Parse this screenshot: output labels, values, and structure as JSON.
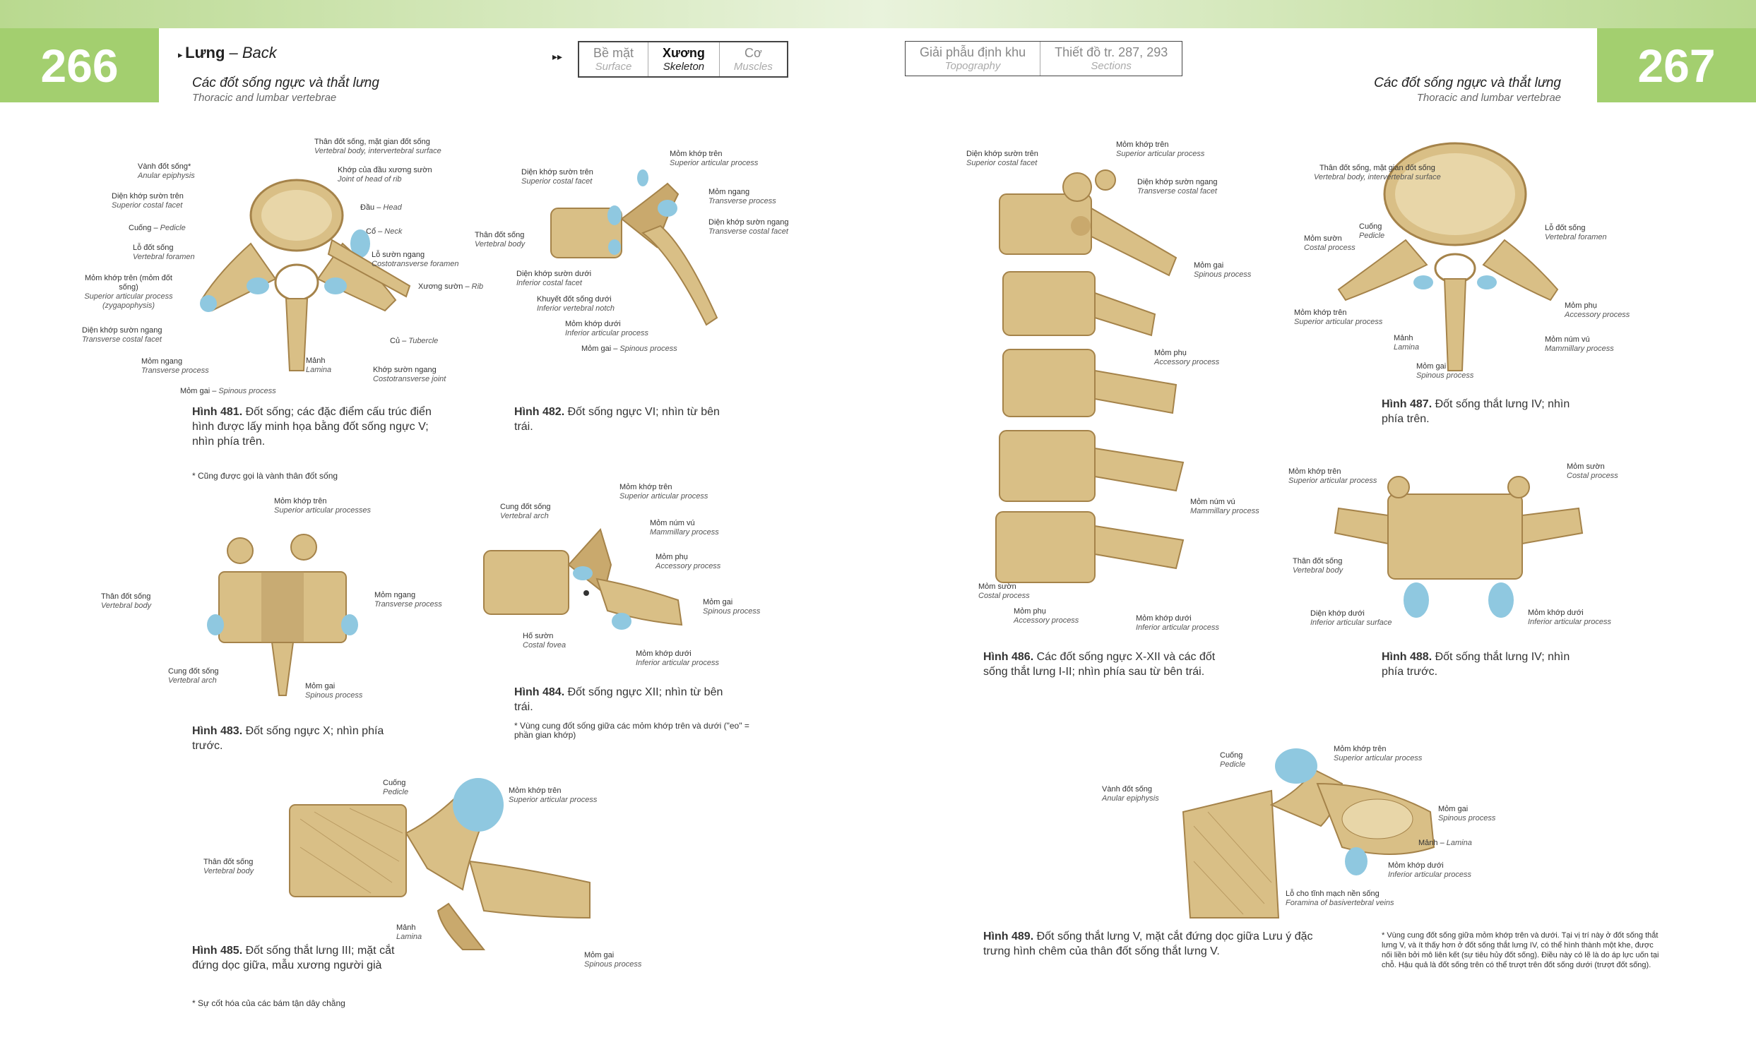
{
  "header": {
    "page_left": "266",
    "page_right": "267",
    "chapter": "Lưng",
    "chapter_en": "Back",
    "section_left": "Các đốt sống ngực và thắt lưng",
    "section_left_en": "Thoracic and lumbar vertebrae",
    "section_right": "Các đốt sống ngực và thắt lưng",
    "section_right_en": "Thoracic and lumbar vertebrae",
    "nav_arrow": "▸▸",
    "nav_tabs": [
      {
        "vi": "Bề mặt",
        "en": "Surface"
      },
      {
        "vi": "Xương",
        "en": "Skeleton"
      },
      {
        "vi": "Cơ",
        "en": "Muscles"
      }
    ],
    "nav_tabs2": [
      {
        "vi": "Giải phẫu định khu",
        "en": "Topography"
      },
      {
        "vi": "Thiết đồ tr. 287, 293",
        "en": "Sections"
      }
    ]
  },
  "figures": {
    "f481": {
      "labels": [
        {
          "vi": "Thân đốt sống, mặt gian đốt sống",
          "en": "Vertebral body, intervertebral surface"
        },
        {
          "vi": "Khớp của đầu xương sườn",
          "en": "Joint of head of rib"
        },
        {
          "vi": "Vành đốt sống*",
          "en": "Anular epiphysis"
        },
        {
          "vi": "Diện khớp sườn trên",
          "en": "Superior costal facet"
        },
        {
          "vi": "Đầu",
          "en": "Head"
        },
        {
          "vi": "Cổ",
          "en": "Neck"
        },
        {
          "vi": "Cuống",
          "en": "Pedicle"
        },
        {
          "vi": "Lỗ đốt sống",
          "en": "Vertebral foramen"
        },
        {
          "vi": "Lỗ sườn ngang",
          "en": "Costotransverse foramen"
        },
        {
          "vi": "Xương sườn",
          "en": "Rib"
        },
        {
          "vi": "Mỏm khớp trên (mỏm đốt sống)",
          "en": "Superior articular process (zygapophysis)"
        },
        {
          "vi": "Diện khớp sườn ngang",
          "en": "Transverse costal facet"
        },
        {
          "vi": "Củ",
          "en": "Tubercle"
        },
        {
          "vi": "Mỏm ngang",
          "en": "Transverse process"
        },
        {
          "vi": "Mảnh",
          "en": "Lamina"
        },
        {
          "vi": "Khớp sườn ngang",
          "en": "Costotransverse joint"
        },
        {
          "vi": "Mỏm gai",
          "en": "Spinous process"
        }
      ],
      "caption_bold": "Hình 481.",
      "caption": "Đốt sống; các đặc điểm cấu trúc điển hình được lấy minh họa bằng đốt sống ngực V; nhìn phía trên.",
      "note": "* Cũng được gọi là vành thân đốt sống"
    },
    "f482": {
      "labels": [
        {
          "vi": "Mỏm khớp trên",
          "en": "Superior articular process"
        },
        {
          "vi": "Diện khớp sườn trên",
          "en": "Superior costal facet"
        },
        {
          "vi": "Mỏm ngang",
          "en": "Transverse process"
        },
        {
          "vi": "Diện khớp sườn ngang",
          "en": "Transverse costal facet"
        },
        {
          "vi": "Thân đốt sống",
          "en": "Vertebral body"
        },
        {
          "vi": "Diện khớp sườn dưới",
          "en": "Inferior costal facet"
        },
        {
          "vi": "Khuyết đốt sống dưới",
          "en": "Inferior vertebral notch"
        },
        {
          "vi": "Mỏm khớp dưới",
          "en": "Inferior articular process"
        },
        {
          "vi": "Mỏm gai",
          "en": "Spinous process"
        }
      ],
      "caption_bold": "Hình 482.",
      "caption": "Đốt sống ngực VI; nhìn từ bên trái."
    },
    "f483": {
      "labels": [
        {
          "vi": "Mỏm khớp trên",
          "en": "Superior articular processes"
        },
        {
          "vi": "Thân đốt sống",
          "en": "Vertebral body"
        },
        {
          "vi": "Mỏm ngang",
          "en": "Transverse process"
        },
        {
          "vi": "Cung đốt sống",
          "en": "Vertebral arch"
        },
        {
          "vi": "Mỏm gai",
          "en": "Spinous process"
        }
      ],
      "caption_bold": "Hình 483.",
      "caption": "Đốt sống ngực X; nhìn phía trước."
    },
    "f484": {
      "labels": [
        {
          "vi": "Mỏm khớp trên",
          "en": "Superior articular process"
        },
        {
          "vi": "Cung đốt sống",
          "en": "Vertebral arch"
        },
        {
          "vi": "Mỏm núm vú",
          "en": "Mammillary process"
        },
        {
          "vi": "Mỏm phụ",
          "en": "Accessory process"
        },
        {
          "vi": "Mỏm gai",
          "en": "Spinous process"
        },
        {
          "vi": "Hố sườn",
          "en": "Costal fovea"
        },
        {
          "vi": "Mỏm khớp dưới",
          "en": "Inferior articular process"
        }
      ],
      "caption_bold": "Hình 484.",
      "caption": "Đốt sống ngực XII; nhìn từ bên trái.",
      "note": "* Vùng cung đốt sống giữa các mỏm khớp trên và dưới (\"eo\" = phần gian khớp)"
    },
    "f485": {
      "labels": [
        {
          "vi": "Cuống",
          "en": "Pedicle"
        },
        {
          "vi": "Mỏm khớp trên",
          "en": "Superior articular process"
        },
        {
          "vi": "Thân đốt sống",
          "en": "Vertebral body"
        },
        {
          "vi": "Mảnh",
          "en": "Lamina"
        },
        {
          "vi": "Mỏm gai",
          "en": "Spinous process"
        }
      ],
      "caption_bold": "Hình 485.",
      "caption": "Đốt sống thắt lưng III; mặt cắt đứng dọc giữa, mẫu xương người già",
      "note": "* Sự cốt hóa của các bám tận dây chằng"
    },
    "f486": {
      "labels": [
        {
          "vi": "Diện khớp sườn trên",
          "en": "Superior costal facet"
        },
        {
          "vi": "Mỏm khớp trên",
          "en": "Superior articular process"
        },
        {
          "vi": "Diện khớp sườn ngang",
          "en": "Transverse costal facet"
        },
        {
          "vi": "Mỏm gai",
          "en": "Spinous process"
        },
        {
          "vi": "Mỏm phụ",
          "en": "Accessory process"
        },
        {
          "vi": "Mỏm núm vú",
          "en": "Mammillary process"
        },
        {
          "vi": "Mỏm sườn",
          "en": "Costal process"
        },
        {
          "vi": "Mỏm phụ",
          "en": "Accessory process"
        },
        {
          "vi": "Mỏm khớp dưới",
          "en": "Inferior articular process"
        }
      ],
      "caption_bold": "Hình 486.",
      "caption": "Các đốt sống ngực X-XII và các đốt sống thắt lưng I-II; nhìn phía sau từ bên trái."
    },
    "f487": {
      "labels": [
        {
          "vi": "Thân đốt sống, mặt gian đốt sống",
          "en": "Vertebral body, intervertebral surface"
        },
        {
          "vi": "Cuống",
          "en": "Pedicle"
        },
        {
          "vi": "Mỏm sườn",
          "en": "Costal process"
        },
        {
          "vi": "Lỗ đốt sống",
          "en": "Vertebral foramen"
        },
        {
          "vi": "Mỏm khớp trên",
          "en": "Superior articular process"
        },
        {
          "vi": "Mỏm phụ",
          "en": "Accessory process"
        },
        {
          "vi": "Mảnh",
          "en": "Lamina"
        },
        {
          "vi": "Mỏm núm vú",
          "en": "Mammillary process"
        },
        {
          "vi": "Mỏm gai",
          "en": "Spinous process"
        }
      ],
      "caption_bold": "Hình 487.",
      "caption": "Đốt sống thắt lưng IV; nhìn phía trên."
    },
    "f488": {
      "labels": [
        {
          "vi": "Mỏm khớp trên",
          "en": "Superior articular process"
        },
        {
          "vi": "Mỏm sườn",
          "en": "Costal process"
        },
        {
          "vi": "Thân đốt sống",
          "en": "Vertebral body"
        },
        {
          "vi": "Diện khớp dưới",
          "en": "Inferior articular surface"
        },
        {
          "vi": "Mỏm khớp dưới",
          "en": "Inferior articular process"
        }
      ],
      "caption_bold": "Hình 488.",
      "caption": "Đốt sống thắt lưng IV; nhìn phía trước."
    },
    "f489": {
      "labels": [
        {
          "vi": "Cuống",
          "en": "Pedicle"
        },
        {
          "vi": "Mỏm khớp trên",
          "en": "Superior articular process"
        },
        {
          "vi": "Vành đốt sống",
          "en": "Anular epiphysis"
        },
        {
          "vi": "Mỏm gai",
          "en": "Spinous process"
        },
        {
          "vi": "Mảnh",
          "en": "Lamina"
        },
        {
          "vi": "Mỏm khớp dưới",
          "en": "Inferior articular process"
        },
        {
          "vi": "Lỗ cho tĩnh mạch nền sống",
          "en": "Foramina of basivertebral veins"
        }
      ],
      "caption_bold": "Hình 489.",
      "caption": "Đốt sống thắt lưng V, mặt cắt đứng dọc giữa Lưu ý đặc trưng hình chêm của thân đốt sống thắt lưng V.",
      "note": "* Vùng cung đốt sống giữa mỏm khớp trên và dưới. Tại vị trí này ở đốt sống thắt lưng V, và ít thấy hơn ở đốt sống thắt lưng IV, có thể hình thành một khe, được nối liền bởi mô liên kết (sự tiêu hủy đốt sống). Điều này có lẽ là do áp lực uốn tại chỗ. Hậu quả là đốt sống trên có thể trượt trên đốt sống dưới (trượt đốt sống)."
    }
  },
  "colors": {
    "bone": "#d9bf86",
    "bone_dark": "#a5834a",
    "cartilage": "#8fc8e0",
    "accent_green": "#a3cf6f"
  }
}
